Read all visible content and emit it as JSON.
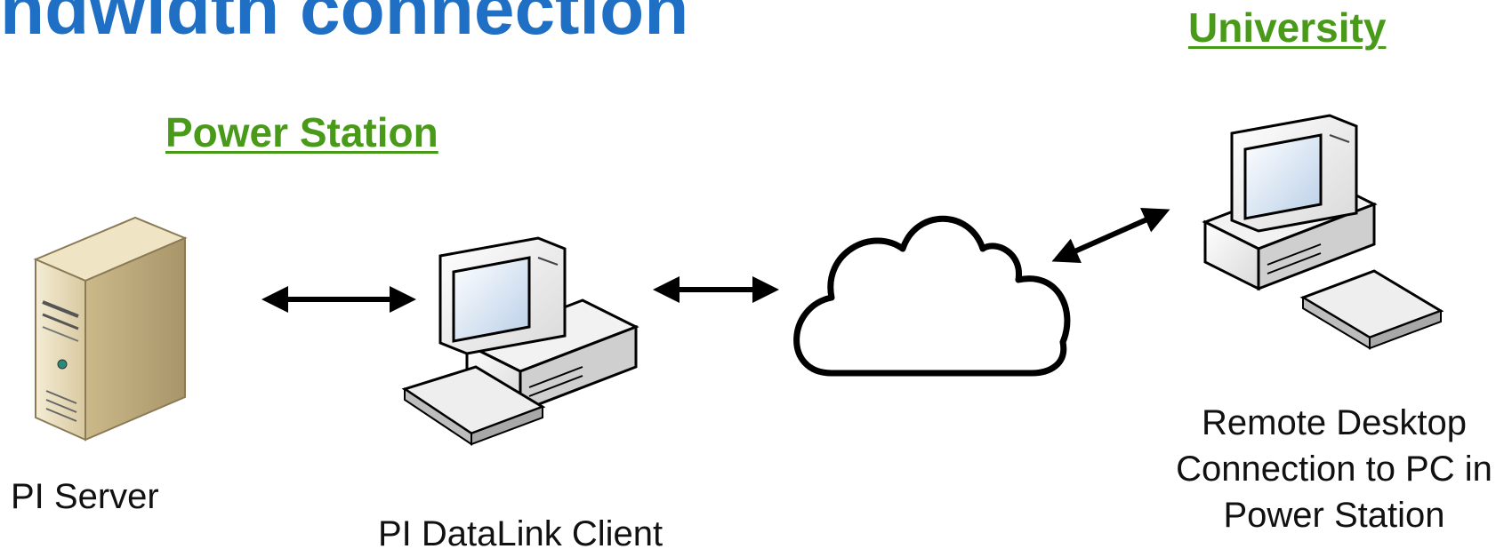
{
  "title": "ndwidth connection",
  "locations": {
    "power_station": "Power Station",
    "university": "University"
  },
  "nodes": {
    "pi_server": "PI Server",
    "datalink_client": "PI DataLink Client",
    "remote_desktop_line1": "Remote Desktop",
    "remote_desktop_line2": "Connection to PC in",
    "remote_desktop_line3": "Power Station"
  },
  "icons": {
    "server": "server-tower-icon",
    "client_pc": "desktop-computer-icon",
    "internet": "cloud-icon",
    "remote_pc": "desktop-computer-icon"
  },
  "colors": {
    "title": "#1f6fc4",
    "location_heading": "#4a9a1a"
  }
}
